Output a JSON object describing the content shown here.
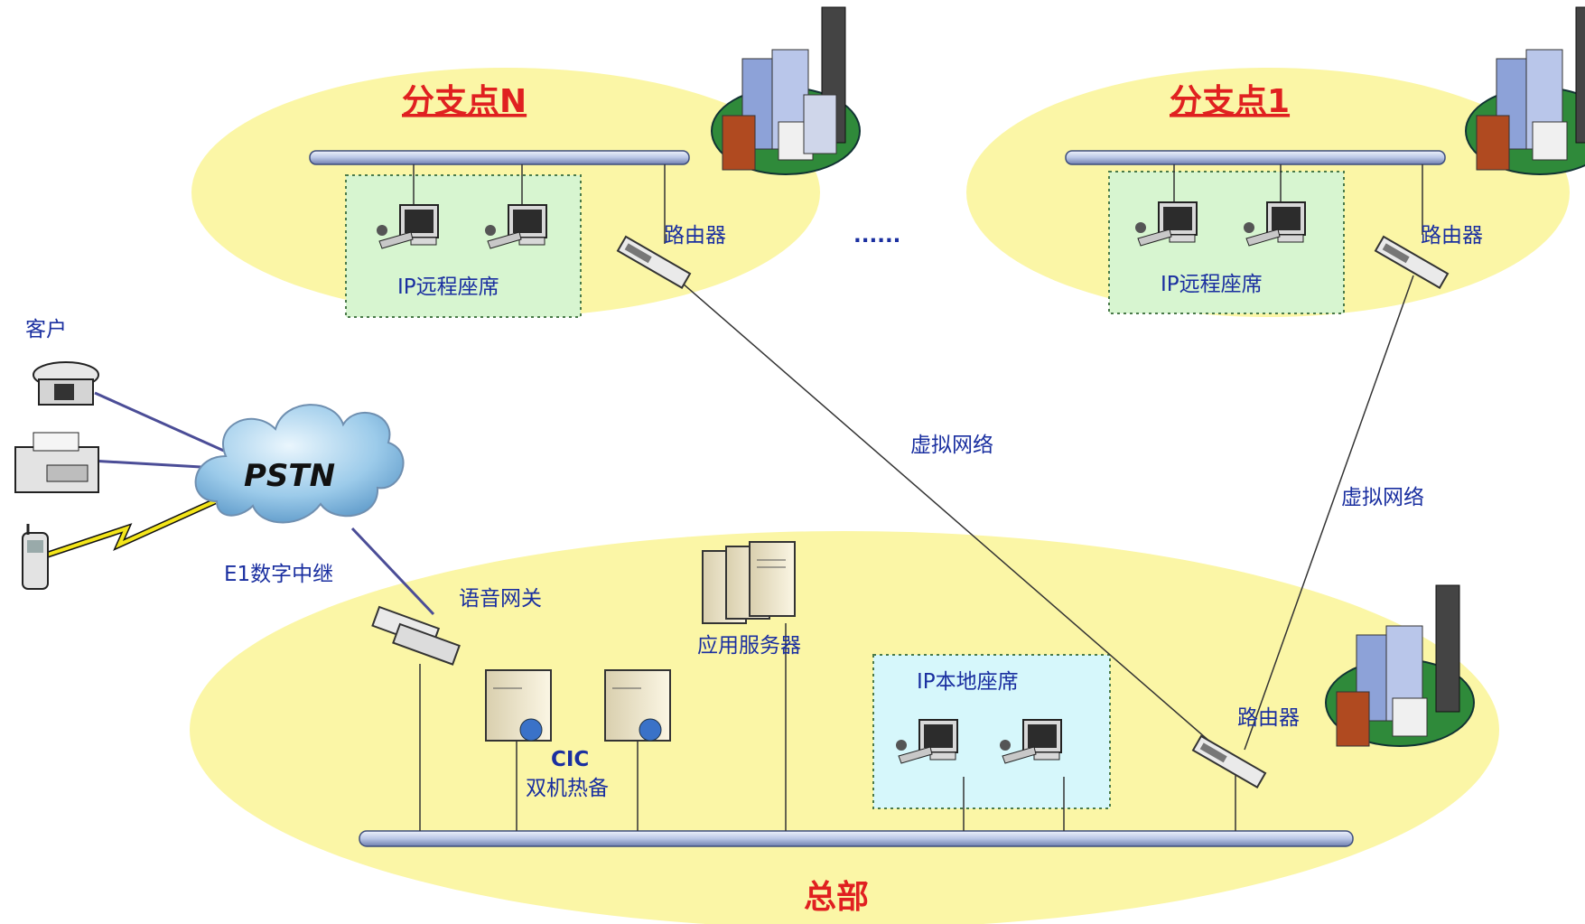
{
  "branch_n": {
    "title": "分支点N",
    "router_label": "路由器",
    "agents_label": "IP远程座席"
  },
  "branch_1": {
    "title": "分支点1",
    "router_label": "路由器",
    "agents_label": "IP远程座席"
  },
  "ellipsis": "......",
  "customer_label": "客户",
  "pstn_label": "PSTN",
  "trunk_label": "E1数字中继",
  "virtual_network_1": "虚拟网络",
  "virtual_network_2": "虚拟网络",
  "hq": {
    "title": "总部",
    "voice_gateway_label": "语音网关",
    "app_server_label": "应用服务器",
    "cic_label": "CIC",
    "hot_standby_label": "双机热备",
    "local_agents_label": "IP本地座席",
    "router_label": "路由器"
  },
  "colors": {
    "zone": "#fbf6a6",
    "agent_zone_branch": "#d7f5d0",
    "agent_zone_hq": "#d6f7fb",
    "title_red": "#e02020",
    "label_blue": "#1a2fa0"
  }
}
